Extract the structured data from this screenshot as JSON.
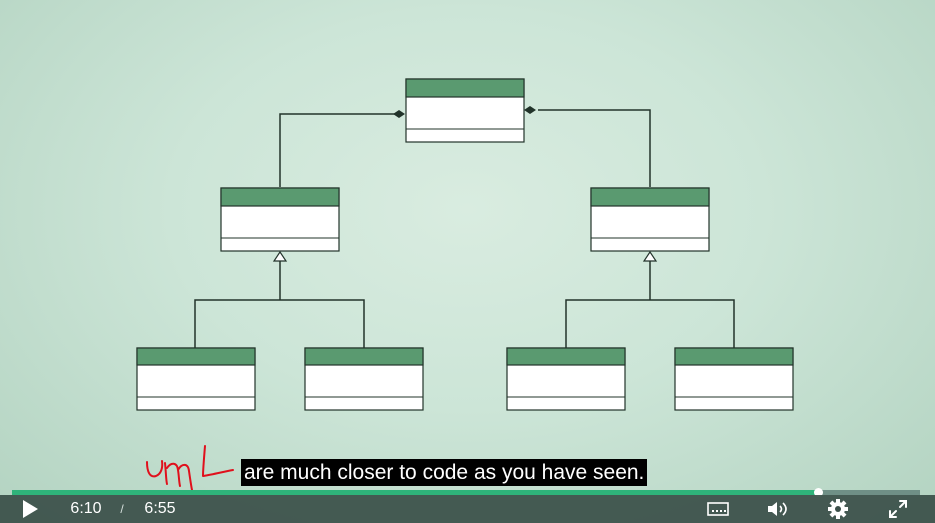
{
  "caption": {
    "text": "are much closer to code as you have seen."
  },
  "annotation": {
    "handwriting": "UML",
    "color": "#e0101c"
  },
  "diagram": {
    "header_color": "#5a9a70",
    "line_color": "#22332a",
    "background_color": "#c9e4d5"
  },
  "player": {
    "current_time": "6:10",
    "separator": "/",
    "duration": "6:55",
    "progress_fraction": 0.888,
    "accent": "#2fb37a",
    "icons": {
      "play": "play-icon",
      "captions": "captions-icon",
      "volume": "volume-icon",
      "settings": "gear-icon",
      "fullscreen": "fullscreen-icon"
    }
  }
}
